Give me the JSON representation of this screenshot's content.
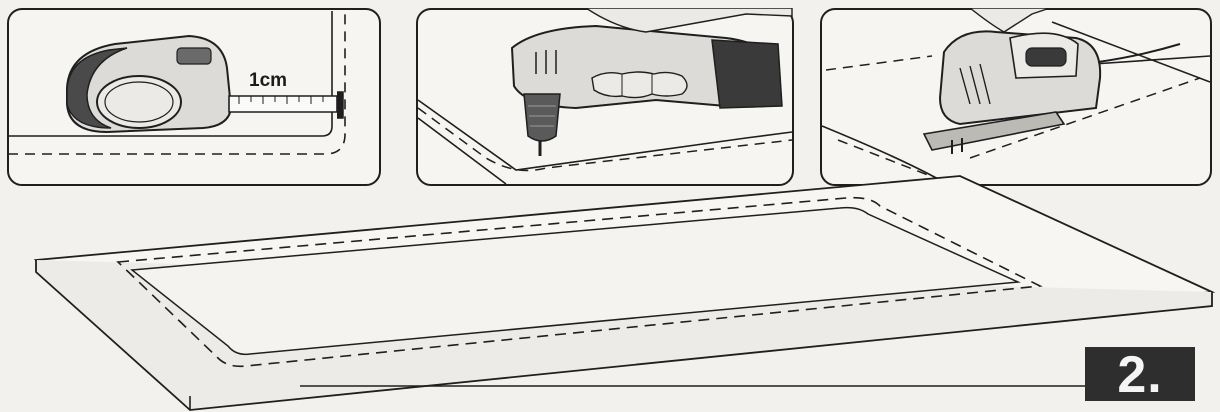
{
  "panels": [
    {
      "id": "measure",
      "label": "1cm",
      "icon": "tape-measure-icon"
    },
    {
      "id": "drill",
      "icon": "drill-icon"
    },
    {
      "id": "jigsaw",
      "icon": "jigsaw-icon"
    }
  ],
  "step": {
    "number": "2."
  },
  "colors": {
    "line": "#1f1f1f",
    "paper": "#f2f1ee",
    "panel_fill": "#f6f5f2",
    "badge": "#2e2e2e"
  }
}
